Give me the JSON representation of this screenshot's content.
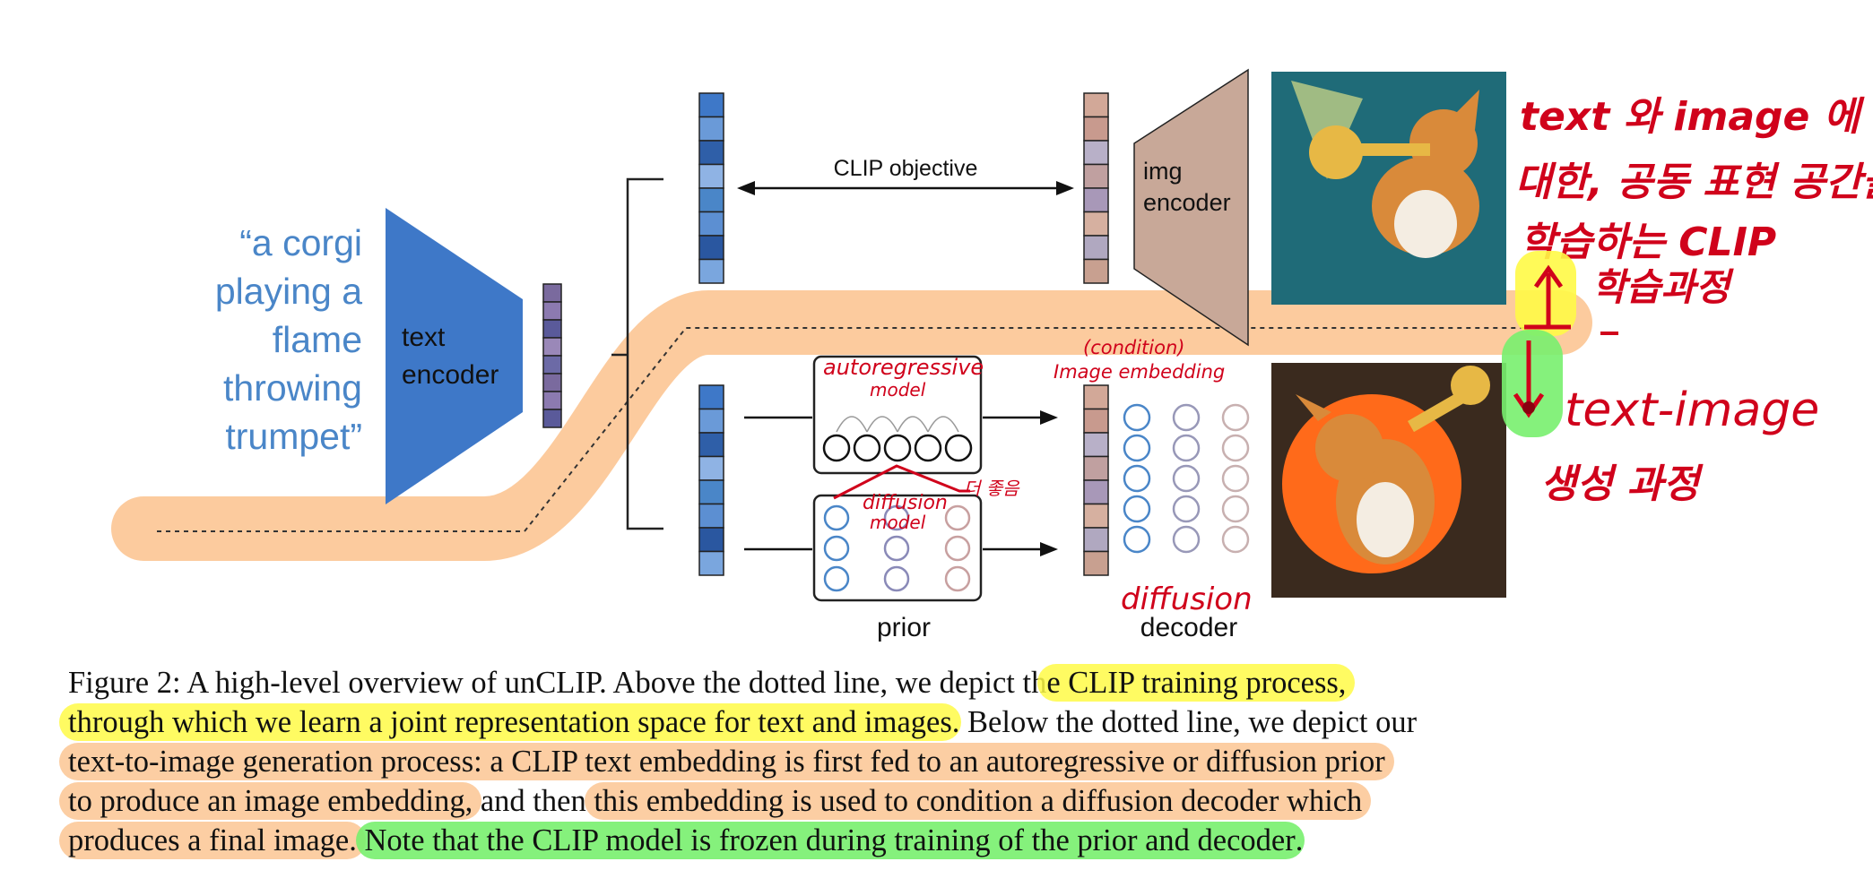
{
  "prompt_lines": [
    "“a corgi",
    "playing a",
    "flame",
    "throwing",
    "trumpet”"
  ],
  "text_encoder": [
    "text",
    "encoder"
  ],
  "img_encoder": [
    "img",
    "encoder"
  ],
  "clip_objective": "CLIP objective",
  "prior_label": "prior",
  "decoder_label": "decoder",
  "annotations": {
    "autoregressive": "autoregressive",
    "autoregressive_2": "model",
    "diffusion_prior": "diffusion",
    "diffusion_prior_2": "model",
    "better": "더 좋음",
    "condition": "(condition)",
    "image_embedding": "Image embedding",
    "diffusion_decoder": "diffusion",
    "korean_top_1": "text 와 image 에",
    "korean_top_2": "대한, 공동 표현 공간을",
    "korean_top_3": "학습하는 CLIP",
    "korean_top_4": "학습과정",
    "text_image": "text-image",
    "korean_bottom": "생성 과정"
  },
  "caption": {
    "l1_a": "Figure 2: A high-level overview of unCLIP. Above the dotted line, we depict th",
    "l1_b": "e CLIP training process,",
    "l2_a": "through which we learn a joint representation space for text and images",
    "l2_b": ". Below the dotted line, we depict our",
    "l3_a": "text-to-image generation process: a CLIP text embedding is first fed to an autoregressive or diffusion prior",
    "l4_a": "to produce an image embedding,",
    "l4_b": " and then ",
    "l4_c": "this embedding is used to condition a diffusion decoder which",
    "l5_a": "produces a final image.",
    "l5_b": " ",
    "l5_c": "Note that the CLIP model is frozen during training of the prior and decoder",
    "l5_d": "."
  },
  "colors": {
    "text_blue": "#4a86c8",
    "encoder_blue": "#3e78c8",
    "img_encoder_brown": "#c8a898",
    "annotation_red": "#d0021b",
    "highlight_orange": "#fcc593",
    "highlight_yellow": "#fffa46",
    "highlight_green": "#78f06e"
  },
  "icons": [
    "corgi-trumpet-image-top",
    "corgi-trumpet-image-bottom"
  ]
}
